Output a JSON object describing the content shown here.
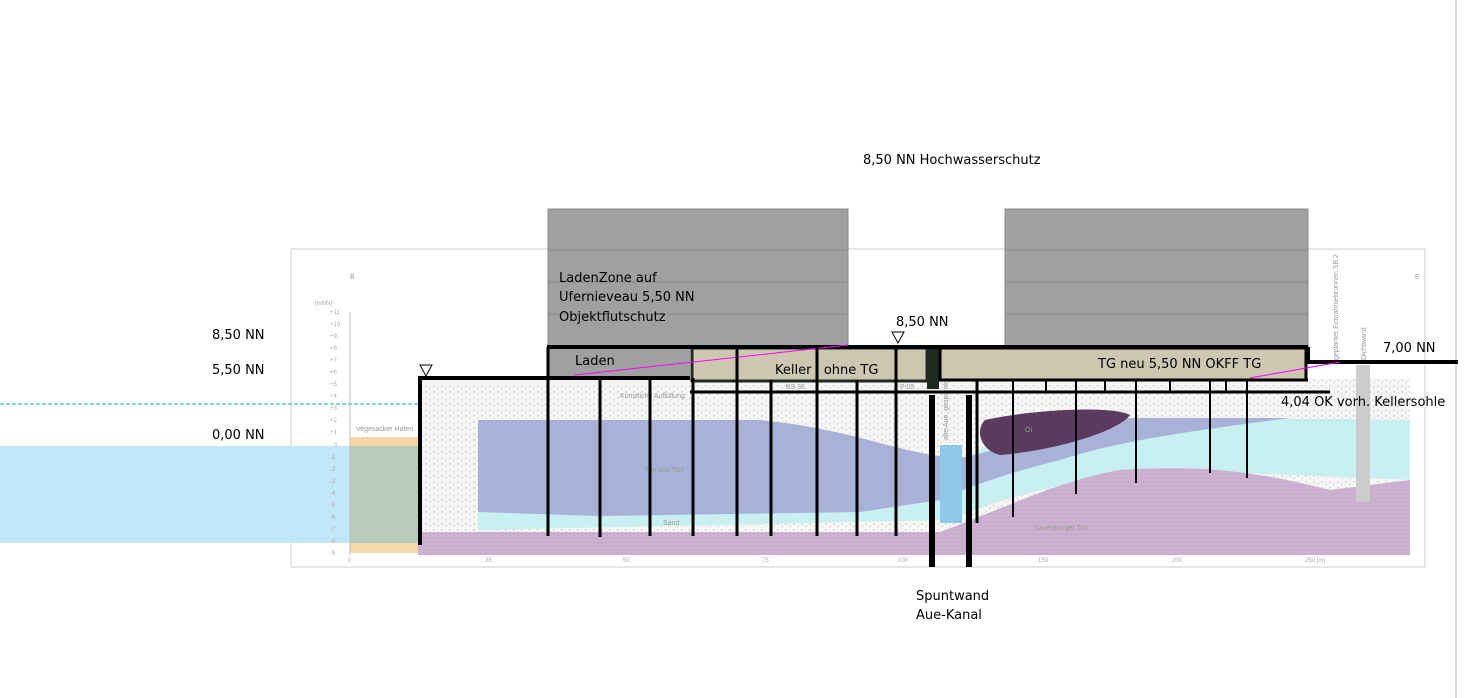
{
  "labels": {
    "hochwasserschutz": "8,50 NN Hochwasserschutz",
    "left_850": "8,50 NN",
    "left_550": "5,50 NN",
    "left_000": "0,00 NN",
    "mid_850": "8,50 NN",
    "right_700": "7,00 NN",
    "kellersohle": "4,04 OK vorh. Kellersohle",
    "spuntwand": "Spuntwand",
    "aue_kanal": "Aue-Kanal",
    "ladenzone_1": "LadenZone auf",
    "ladenzone_2": "Ufernieveau 5,50 NN",
    "ladenzone_3": "Objektflutschutz",
    "laden": "Laden",
    "keller": "Keller   ohne TG",
    "tg_neu": "TG neu 5,50 NN OKFF TG"
  },
  "section": {
    "corner_left": "B",
    "corner_right": "E",
    "unit_y": "[mNN]",
    "y_ticks": [
      "+11",
      "+10",
      "+9",
      "+8",
      "+7",
      "+6",
      "+5",
      "+4",
      "+3",
      "+2",
      "+1",
      "0",
      "-1",
      "-2",
      "-3",
      "-4",
      "-5",
      "-6",
      "-7",
      "-8",
      "-9"
    ],
    "x_ticks": [
      "0",
      "25",
      "50",
      "75",
      "100",
      "150",
      "200",
      "250 [m]"
    ],
    "harbor": "Vegesacker Hafen",
    "fill_layer": "Künstliche Auffüllung",
    "clay_layer": "Ton und Torf",
    "sand_layer": "Sand",
    "bottom_layer": "Lauenburger Ton",
    "oi": "Oi",
    "bs": "BS 36",
    "p05": "P 05",
    "aue": "alte Aue, gespundet",
    "dichtwand": "Dichtwand",
    "brunnen": "geplanter Entnahmebrunnen SB 2"
  },
  "colors": {
    "water": "#bfe6f8",
    "building": "#a0a0a0",
    "basement": "#cdc7b2",
    "clay": "#a7aed6",
    "sand": "#c8f0f2",
    "bottom": "#cdb1d0",
    "oi": "#5a3a5e",
    "magenta": "#ff00ff"
  }
}
